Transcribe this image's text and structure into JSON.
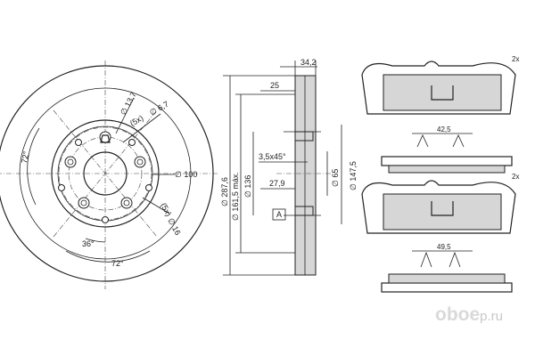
{
  "disc": {
    "pcd_label": "∅ 100",
    "hole_count_1": "(5x)",
    "hole_dia_1": "∅ 6,7",
    "thread_label": "∅ 13,7",
    "hole_count_2": "(5x)",
    "hole_dia_2": "∅ 16",
    "angle_left": "72°",
    "angle_bottom": "72°",
    "angle_small": "36°"
  },
  "section": {
    "width_top": "34,2",
    "depth_25": "25",
    "chamfer": "3,5x45°",
    "dim_27_9": "27,9",
    "outer_dia": "∅ 287,6",
    "max_dia": "∅ 161,5 máx.",
    "hub_dia": "∅ 136",
    "bore_dia": "∅ 65",
    "pcd2": "∅ 147,5",
    "datum": "A"
  },
  "pads": {
    "top_qty": "2x",
    "top_width": "42,5",
    "bottom_qty": "2x",
    "bottom_width": "49,5"
  },
  "watermark": {
    "brand": "oboe",
    "domain_suffix": "p.ru"
  }
}
